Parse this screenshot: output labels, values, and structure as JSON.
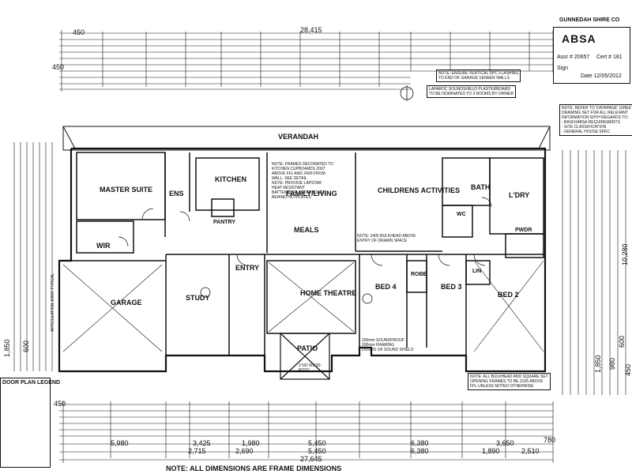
{
  "header": {
    "council": "GUNNEDAH SHIRE CO",
    "absa": "ABSA",
    "assr": "Assr # 20657",
    "cert": "Cert # 181",
    "sign": "Sign",
    "date": "Date 12/05/2012"
  },
  "rooms": {
    "verandah": "VERANDAH",
    "master_suite": "MASTER SUITE",
    "ens": "ENS",
    "kitchen": "KITCHEN",
    "family_living": "FAMILY/LIVING",
    "meals": "MEALS",
    "childrens_activities": "CHILDRENS ACTIVITIES",
    "bath": "BATH",
    "lry": "L'DRY",
    "wc": "WC",
    "pwdr": "PWDR",
    "wir": "WIR",
    "pantry": "PANTRY",
    "garage": "GARAGE",
    "study": "STUDY",
    "entry": "ENTRY",
    "home_theatre": "HOME THEATRE",
    "bed4": "BED 4",
    "bed3": "BED 3",
    "bed2": "BED 2",
    "patio": "PATIO",
    "robe": "ROBE",
    "linen": "LIN"
  },
  "dimensions": {
    "overall_top": "28,415",
    "top_left": "450",
    "overall_bottom": "27,645",
    "bottom_a": "5,980",
    "bottom_b": "3,425",
    "bottom_c": "1,980",
    "bottom_d": "5,450",
    "bottom_e": "6,380",
    "bottom_f": "3,650",
    "bottom_g": "780",
    "bottom_h": "2,715",
    "bottom_i": "2,690",
    "bottom_j": "5,450",
    "bottom_k": "6,380",
    "bottom_l": "1,890",
    "bottom_m": "2,510",
    "left_450": "450",
    "left_1850": "1,850",
    "left_600": "600",
    "right_10280": "10,280",
    "right_1850": "1,850",
    "right_980": "980",
    "right_600": "600",
    "right_450": "450",
    "mid_450": "450"
  },
  "notes": {
    "footer": "NOTE: ALL DIMENSIONS ARE FRAME DIMENSIONS",
    "legend": "DOOR PLAN LEGEND",
    "dpc": "NOTE: ENSURE VERTICAL DPC FLASHING\nTO END OF GARAGE VENEER WALLS",
    "laparoc": "LAPAROC SOUNDSHIELD PLASTERBOARD\nTO BE NOMINATED TO 3 ROOMS BY OWNER",
    "datapage": "NOTE: REFER TO 'DATAPAGE' (SHEET)\nDRAWING SET FOR ALL RELEVANT\nINFORMATION WITH REGARDS TO:\n- BASIX/ABSA REQUIREMENTS\n- SITE CLASSIFICATION\n- GENERAL HOUSE SPEC",
    "bulkhead": "NOTE: ALL BULKHEAD AND SQUARE SET\nOPENING FRAMES TO BE 2105 ABOVE\nFFL UNLESS NOTED OTHERWISE",
    "garage_note": "ARTICULATION JOINT TYPICAL",
    "family_note": "NOTE: FRAMES DECORATED TO\nKITCHEN CUPBOARDS 2007\nABOVE FFL AND 2400 FROM\nWALL. SEE DETAIL\nNOTE: PROVIDE LAPSTAR\nHEAT RESISTANT\nBATTENED PLASTERBOARD\nBEHIND HOTPLATES",
    "bulkhead_mid": "NOTE: 2405 BULKHEAD ABOVE\nENTRY OF DRAWN SPACE",
    "patio_note": "2 NO 90X90\nPOST",
    "theatre_note": "200mm SOUNDPROOF\n200mm FRAMING\nDOORS OF SOUND SHIELD"
  }
}
